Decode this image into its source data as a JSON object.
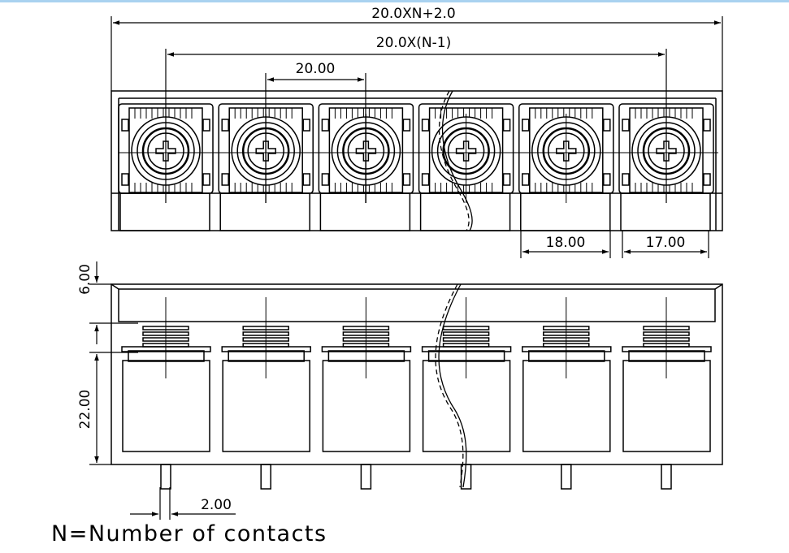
{
  "dimensions": {
    "overall": "20.0XN+2.0",
    "span": "20.0X(N-1)",
    "pitch": "20.00",
    "base_width": "18.00",
    "end_width": "17.00",
    "top_height": "6.00",
    "body_height": "22.00",
    "pin_width": "2.00"
  },
  "note": "N=Number of contacts",
  "poles_shown": 6,
  "colors": {
    "line": "#000000",
    "background": "#ffffff",
    "top_border": "#a9d2f0"
  }
}
